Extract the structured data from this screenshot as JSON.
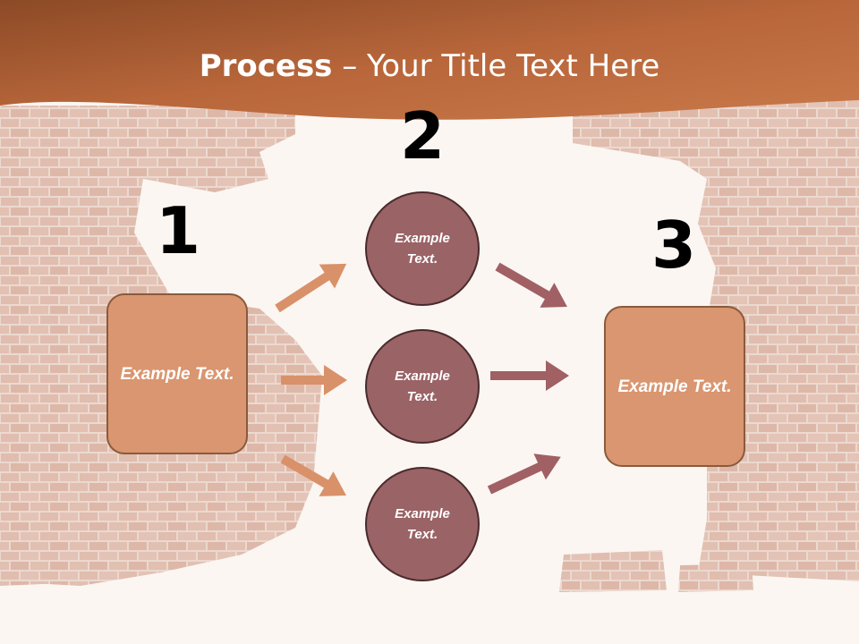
{
  "title": {
    "bold": "Process",
    "rest": " – Your Title Text Here"
  },
  "numbers": [
    "1",
    "2",
    "3"
  ],
  "box_left": {
    "text": "Example Text."
  },
  "box_right": {
    "text": "Example Text."
  },
  "circles": [
    {
      "text": "Example Text."
    },
    {
      "text": "Example Text."
    },
    {
      "text": "Example Text."
    }
  ],
  "colors": {
    "header": "#b8663a",
    "box_fill": "#d99670",
    "circle_fill": "#9a6366",
    "arrow_left": "#d9916a",
    "arrow_right": "#a06064"
  }
}
